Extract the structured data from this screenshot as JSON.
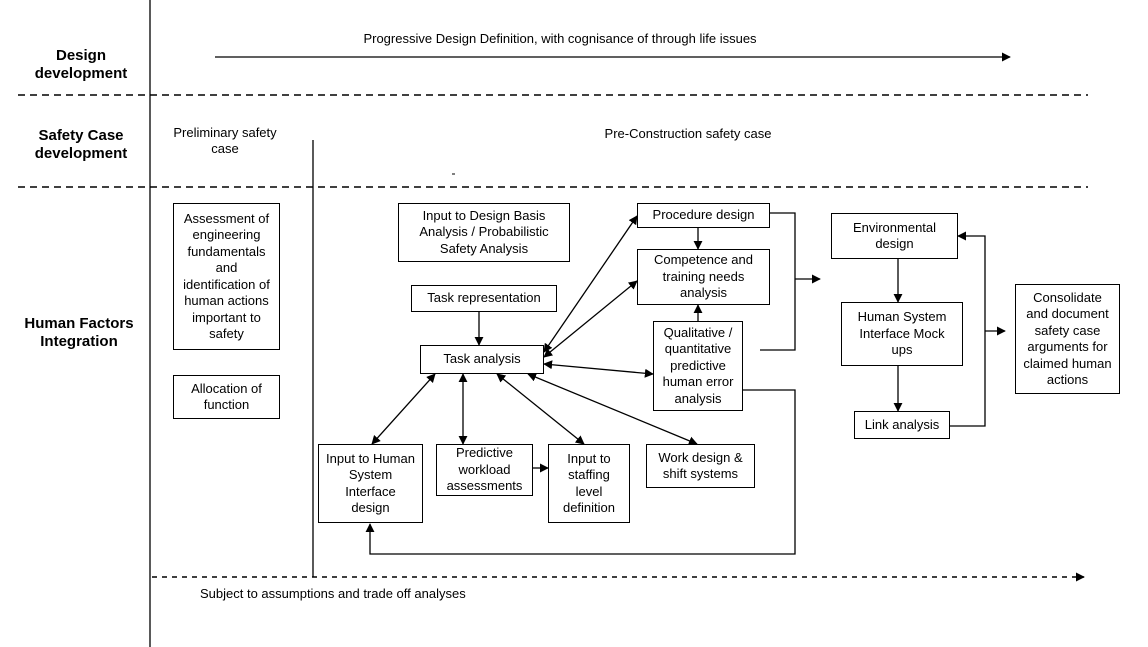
{
  "rows": {
    "design": "Design\ndevelopment",
    "safety": "Safety Case\ndevelopment",
    "hf": "Human Factors\nIntegration"
  },
  "captions": {
    "progressive": "Progressive Design Definition, with cognisance of through life issues",
    "preliminary": "Preliminary safety\ncase",
    "preconstruction": "Pre-Construction safety case",
    "subject": "Subject to assumptions and trade off analyses"
  },
  "boxes": {
    "assessment": "Assessment of\nengineering\nfundamentals\nand\nidentification of\nhuman actions\nimportant to\nsafety",
    "allocation": "Allocation of\nfunction",
    "design_basis": "Input to Design Basis\nAnalysis / Probabilistic\nSafety Analysis",
    "task_rep": "Task representation",
    "task_analysis": "Task analysis",
    "procedure": "Procedure design",
    "competence": "Competence and\ntraining needs\nanalysis",
    "qualitative": "Qualitative /\nquantitative\npredictive\nhuman error\nanalysis",
    "hsi_input": "Input to Human\nSystem\nInterface\ndesign",
    "workload": "Predictive\nworkload\nassessments",
    "staffing": "Input to\nstaffing\nlevel\ndefinition",
    "work_design": "Work design &\nshift systems",
    "environmental": "Environmental\ndesign",
    "hsi_mockups": "Human System\nInterface Mock\nups",
    "link": "Link analysis",
    "consolidate": "Consolidate\nand document\nsafety case\narguments for\nclaimed human\nactions"
  }
}
